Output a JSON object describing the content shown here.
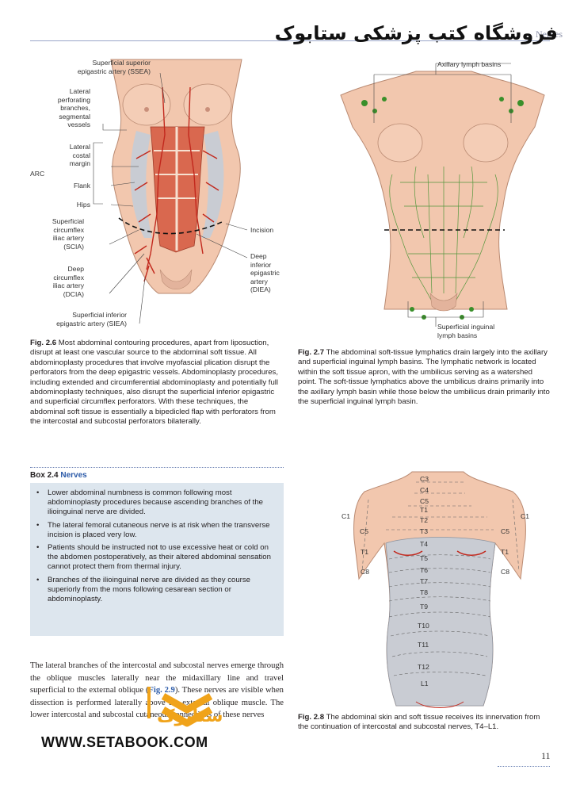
{
  "header": {
    "section": "Nerves",
    "watermark_title": "فروشگاه کتب پزشکی ستابوک"
  },
  "fig26": {
    "labels": {
      "ssea": "Superficial superior\nepigastric artery (SSEA)",
      "lateral_perforating": "Lateral\nperforating\nbranches,\nsegmental\nvessels",
      "lateral_costal": "Lateral\ncostal\nmargin",
      "arc": "ARC",
      "flank": "Flank",
      "hips": "Hips",
      "scia": "Superficial\ncircumflex\niliac artery\n(SCIA)",
      "dcia": "Deep\ncircumflex\niliac artery\n(DCIA)",
      "siea": "Superficial inferior\nepigastric artery (SIEA)",
      "incision": "Incision",
      "diea": "Deep\ninferior\nepigastric\nartery\n(DIEA)"
    },
    "caption_ref": "Fig. 2.6",
    "caption_text": "Most abdominal contouring procedures, apart from liposuction, disrupt at least one vascular source to the abdominal soft tissue. All abdominoplasty procedures that involve myofascial plication disrupt the perforators from the deep epigastric vessels. Abdominoplasty procedures, including extended and circumferential abdominoplasty and potentially full abdominoplasty techniques, also disrupt the superficial inferior epigastric and superficial circumflex perforators. With these techniques, the abdominal soft tissue is essentially a bipedicled flap with perforators from the intercostal and subcostal perforators bilaterally."
  },
  "fig27": {
    "labels": {
      "axillary": "Axillary lymph basins",
      "inguinal": "Superficial inguinal\nlymph basins"
    },
    "caption_ref": "Fig. 2.7",
    "caption_text": "The abdominal soft-tissue lymphatics drain largely into the axillary and superficial inguinal lymph basins. The lymphatic network is located within the soft tissue apron, with the umbilicus serving as a watershed point. The soft-tissue lymphatics above the umbilicus drains primarily into the axillary lymph basin while those below the umbilicus drain primarily into the superficial inguinal lymph basin."
  },
  "box": {
    "number": "Box 2.4",
    "title": "Nerves",
    "items": [
      "Lower abdominal numbness is common following most abdominoplasty procedures because ascending branches of the ilioinguinal nerve are divided.",
      "The lateral femoral cutaneous nerve is at risk when the transverse incision is placed very low.",
      "Patients should be instructed not to use excessive heat or cold on the abdomen postoperatively, as their altered abdominal sensation cannot protect them from thermal injury.",
      "Branches of the ilioinguinal nerve are divided as they course superiorly from the mons following cesarean section or abdominoplasty."
    ]
  },
  "body": {
    "text_a": "The lateral branches of the intercostal and subcostal nerves emerge through the oblique muscles laterally near the midaxillary line and travel superficial to the external oblique (",
    "ref": "Fig. 2.9",
    "text_b": "). These nerves are visible when dissection is performed laterally above the external oblique muscle. The lower intercostal and subcostal cutaneous connections of these nerves"
  },
  "fig28": {
    "labels": {
      "c3": "C3",
      "c4": "C4",
      "c5": "C5",
      "t1": "T1",
      "t2": "T2",
      "t3": "T3",
      "t4": "T4",
      "t5": "T5",
      "t6": "T6",
      "t7": "T7",
      "t8": "T8",
      "t9": "T9",
      "t10": "T10",
      "t11": "T11",
      "t12": "T12",
      "l1": "L1",
      "c1_left": "C1",
      "c1_right": "C1",
      "c5_left": "C5",
      "c5_right": "C5",
      "t1_left": "T1",
      "t1_right": "T1",
      "c8_left": "C8",
      "c8_right": "C8"
    },
    "caption_ref": "Fig. 2.8",
    "caption_text": "The abdominal skin and soft tissue receives its innervation from the continuation of intercostal and subcostal nerves, T4–L1."
  },
  "footer": {
    "page_number": "11",
    "logo_url": "WWW.SETABOOK.COM",
    "logo_fa": "ستابوک"
  },
  "colors": {
    "accent_blue": "#2b5aa8",
    "box_bg": "#dde6ee",
    "skin": "#f2c7ae",
    "muscle": "#d9684f",
    "lymph": "#3a8f2a",
    "gray_zone": "#c9ccd3",
    "logo_orange": "#f0a31a"
  }
}
